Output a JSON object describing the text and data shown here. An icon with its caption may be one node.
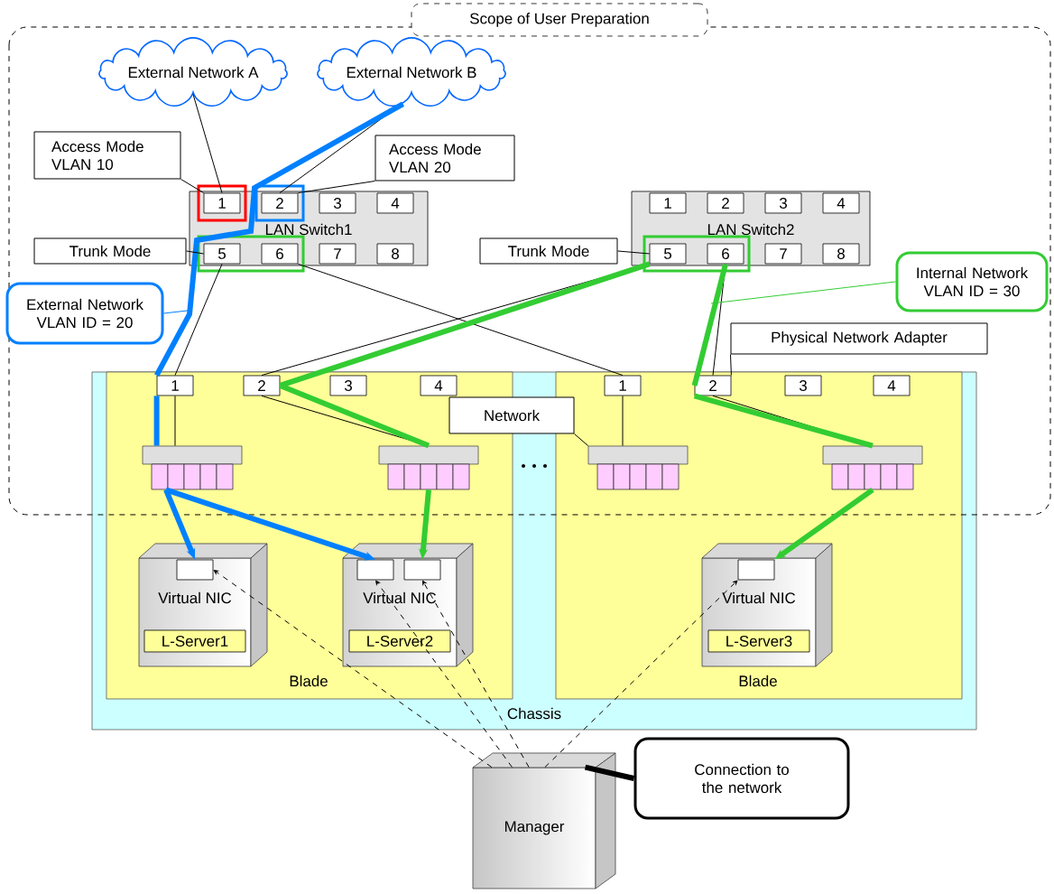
{
  "diagram": {
    "nodes": [
      {
        "text": [
          "Scope of User Preparation"
        ]
      },
      {
        "text": [
          "External Network A"
        ]
      },
      {
        "text": [
          "External Network B"
        ]
      },
      {
        "text": [
          "LAN Switch1"
        ]
      },
      {
        "text": [
          "1"
        ],
        "in": 3
      },
      {
        "text": [
          "2"
        ],
        "in": 3
      },
      {
        "text": [
          "3"
        ],
        "in": 3
      },
      {
        "text": [
          "4"
        ],
        "in": 3
      },
      {
        "text": [
          "5"
        ],
        "in": 3
      },
      {
        "text": [
          "6"
        ],
        "in": 3
      },
      {
        "text": [
          "7"
        ],
        "in": 3
      },
      {
        "text": [
          "8"
        ],
        "in": 3
      },
      {
        "text": [
          "LAN Switch2"
        ]
      },
      {
        "text": [
          "1"
        ],
        "in": 12
      },
      {
        "text": [
          "2"
        ],
        "in": 12
      },
      {
        "text": [
          "3"
        ],
        "in": 12
      },
      {
        "text": [
          "4"
        ],
        "in": 12
      },
      {
        "text": [
          "5"
        ],
        "in": 12
      },
      {
        "text": [
          "6"
        ],
        "in": 12
      },
      {
        "text": [
          "7"
        ],
        "in": 12
      },
      {
        "text": [
          "8"
        ],
        "in": 12
      },
      {
        "text": [
          "Chassis"
        ]
      },
      {
        "text": [
          "Blade"
        ],
        "in": 21
      },
      {
        "text": [
          "1"
        ],
        "in": 22
      },
      {
        "text": [
          "2"
        ],
        "in": 22
      },
      {
        "text": [
          "3"
        ],
        "in": 22
      },
      {
        "text": [
          "4"
        ],
        "in": 22
      },
      {
        "text": [],
        "shape": "box",
        "in": 22
      },
      {
        "text": [],
        "shape": "box",
        "in": 22
      },
      {
        "text": [
          "Virtual NIC",
          "L-Server1"
        ],
        "in": 22
      },
      {
        "text": [],
        "shape": "box",
        "in": 29
      },
      {
        "text": [
          "Virtual NIC",
          "L-Server2"
        ],
        "in": 22
      },
      {
        "text": [],
        "shape": "box",
        "in": 31
      },
      {
        "text": [],
        "shape": "box",
        "in": 31
      },
      {
        "text": [
          "Blade"
        ],
        "in": 21
      },
      {
        "text": [
          "1"
        ],
        "in": 34
      },
      {
        "text": [
          "2"
        ],
        "in": 34
      },
      {
        "text": [
          "3"
        ],
        "in": 34
      },
      {
        "text": [
          "4"
        ],
        "in": 34
      },
      {
        "text": [],
        "shape": "box",
        "in": 34
      },
      {
        "text": [],
        "shape": "box",
        "in": 34
      },
      {
        "text": [
          "Virtual NIC",
          "L-Server3"
        ],
        "in": 34
      },
      {
        "text": [],
        "shape": "box",
        "in": 41
      },
      {
        "text": [
          "Manager"
        ]
      },
      {
        "text": [
          "Access Mode VLAN 10"
        ]
      },
      {
        "text": [
          "Access Mode VLAN 20"
        ]
      },
      {
        "text": [
          "Trunk Mode"
        ]
      },
      {
        "text": [
          "Trunk Mode"
        ]
      },
      {
        "text": [
          "External Network VLAN ID = 20"
        ]
      },
      {
        "text": [
          "Internal Network VLAN ID = 30"
        ]
      },
      {
        "text": [
          "Physical Network Adapter"
        ]
      },
      {
        "text": [
          "Network"
        ],
        "in": 21
      },
      {
        "text": [
          "Connection to the network"
        ]
      }
    ],
    "edges": [
      {
        "from": 1,
        "to": 4,
        "arrow": "none"
      },
      {
        "from": 2,
        "to": 5,
        "arrow": "none"
      },
      {
        "from": 8,
        "to": 23,
        "arrow": "none"
      },
      {
        "from": 9,
        "to": 35,
        "arrow": "none"
      },
      {
        "from": 17,
        "to": 24,
        "arrow": "none"
      },
      {
        "from": 18,
        "to": 36,
        "arrow": "none"
      },
      {
        "from": 23,
        "to": 27,
        "arrow": "none"
      },
      {
        "from": 24,
        "to": 28,
        "arrow": "none"
      },
      {
        "from": 35,
        "to": 39,
        "arrow": "none"
      },
      {
        "from": 36,
        "to": 40,
        "arrow": "none"
      },
      {
        "from": 2,
        "to": 23,
        "arrow": "none",
        "style": "thick",
        "color": "#0080ff"
      },
      {
        "from": 23,
        "to": 27,
        "arrow": "none",
        "style": "thick",
        "color": "#0080ff"
      },
      {
        "from": 27,
        "to": 30,
        "arrow": "to",
        "style": "thick",
        "color": "#0080ff"
      },
      {
        "from": 27,
        "to": 32,
        "arrow": "to",
        "style": "thick",
        "color": "#0080ff"
      },
      {
        "from": 17,
        "to": 24,
        "arrow": "none",
        "style": "thick",
        "color": "#33cc33"
      },
      {
        "from": 24,
        "to": 28,
        "arrow": "none",
        "style": "thick",
        "color": "#33cc33"
      },
      {
        "from": 28,
        "to": 33,
        "arrow": "to",
        "style": "thick",
        "color": "#33cc33"
      },
      {
        "from": 18,
        "to": 36,
        "arrow": "none",
        "style": "thick",
        "color": "#33cc33"
      },
      {
        "from": 36,
        "to": 40,
        "arrow": "none",
        "style": "thick",
        "color": "#33cc33"
      },
      {
        "from": 40,
        "to": 42,
        "arrow": "to",
        "style": "thick",
        "color": "#33cc33"
      },
      {
        "from": 43,
        "to": 30,
        "arrow": "to",
        "style": "dashed"
      },
      {
        "from": 43,
        "to": 32,
        "arrow": "to",
        "style": "dashed"
      },
      {
        "from": 43,
        "to": 33,
        "arrow": "to",
        "style": "dashed"
      },
      {
        "from": 43,
        "to": 42,
        "arrow": "to",
        "style": "dashed"
      },
      {
        "from": 44,
        "to": 4,
        "arrow": "none"
      },
      {
        "from": 45,
        "to": 5,
        "arrow": "none"
      },
      {
        "from": 46,
        "to": 8,
        "arrow": "none"
      },
      {
        "from": 47,
        "to": 17,
        "arrow": "none"
      },
      {
        "from": 48,
        "to": null,
        "arrow": "none",
        "color": "#0080ff"
      },
      {
        "from": 49,
        "to": null,
        "arrow": "none",
        "color": "#33cc33"
      },
      {
        "from": 50,
        "to": 36,
        "arrow": "none"
      },
      {
        "from": 51,
        "to": 39,
        "arrow": "none"
      },
      {
        "from": 52,
        "to": 43,
        "arrow": "none",
        "style": "thick"
      }
    ]
  }
}
